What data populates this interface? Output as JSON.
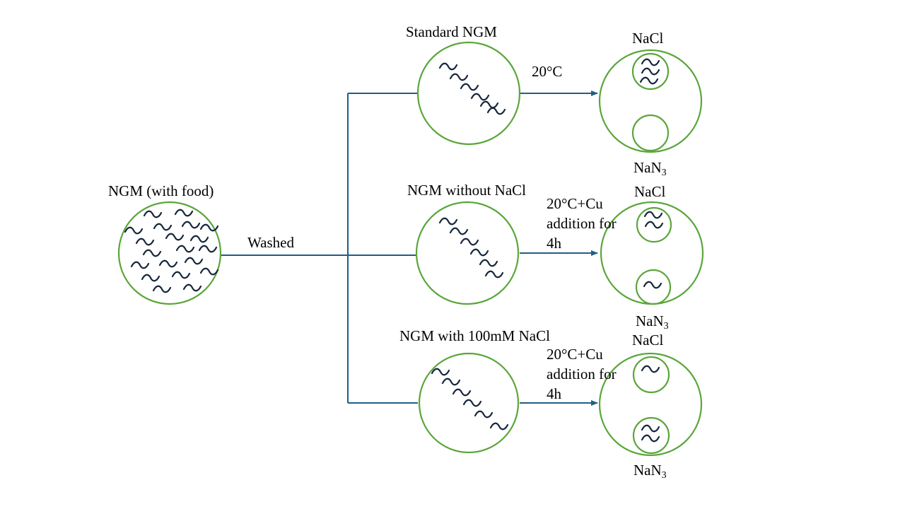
{
  "colors": {
    "plate": "#5aa63a",
    "arrow": "#1f5f86",
    "worm": "#16263d"
  },
  "source": {
    "label": "NGM (with food)"
  },
  "washed_label": "Washed",
  "branches": [
    {
      "plate_label": "Standard NGM",
      "condition": "20°C"
    },
    {
      "plate_label": "NGM without NaCl",
      "condition": "20°C+Cu addition for 4h"
    },
    {
      "plate_label": "NGM with 100mM NaCl",
      "condition": "20°C+Cu addition for 4h"
    }
  ],
  "assay": {
    "top_spot": "NaCl",
    "bottom_spot_base": "NaN",
    "bottom_spot_sub": "3"
  }
}
